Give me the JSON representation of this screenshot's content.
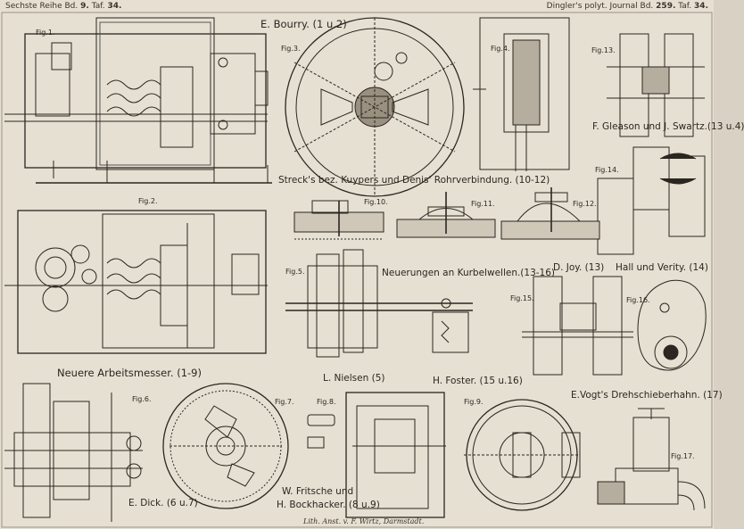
{
  "header": {
    "left_prefix": "Sechste Reihe Bd.",
    "left_volume": "9.",
    "left_taf_label": "Taf.",
    "left_taf_number": "34.",
    "right_prefix": "Dingler's polyt. Journal Bd.",
    "right_volume": "259.",
    "right_taf_label": "Taf.",
    "right_taf_number": "34."
  },
  "figure_labels": {
    "fig1": "Fig.1.",
    "fig2": "Fig.2.",
    "fig3": "Fig.3.",
    "fig4": "Fig.4.",
    "fig5": "Fig.5.",
    "fig6": "Fig.6.",
    "fig7": "Fig.7.",
    "fig8": "Fig.8.",
    "fig9": "Fig.9.",
    "fig10": "Fig.10.",
    "fig11": "Fig.11.",
    "fig12": "Fig.12.",
    "fig13": "Fig.13.",
    "fig14": "Fig.14.",
    "fig15": "Fig.15.",
    "fig16": "Fig.16.",
    "fig17": "Fig.17."
  },
  "captions": {
    "bourry": "E. Bourry. (1 u.2)",
    "streck": "Streck's bez. Kuypers und Denis' Rohrverbindung. (10-12)",
    "kurbelwellen": "Neuerungen an Kurbelwellen.(13-16)",
    "gleason": "F. Gleason und J. Swartz.(13 u.4)",
    "joy": "D. Joy. (13)",
    "hall": "Hall und Verity. (14)",
    "arbeitsmesser": "Neuere Arbeitsmesser. (1-9)",
    "nielsen": "L. Nielsen (5)",
    "foster": "H. Foster. (15 u.16)",
    "vogt": "E.Vogt's Drehschieberhahn. (17)",
    "dick": "E. Dick. (6 u.7)",
    "fritsche": "W. Fritsche und",
    "bockhacker": "H. Bockhacker. (8 u.9)"
  },
  "imprint": "Lith. Anst. v. F. Wirtz, Darmstadt."
}
